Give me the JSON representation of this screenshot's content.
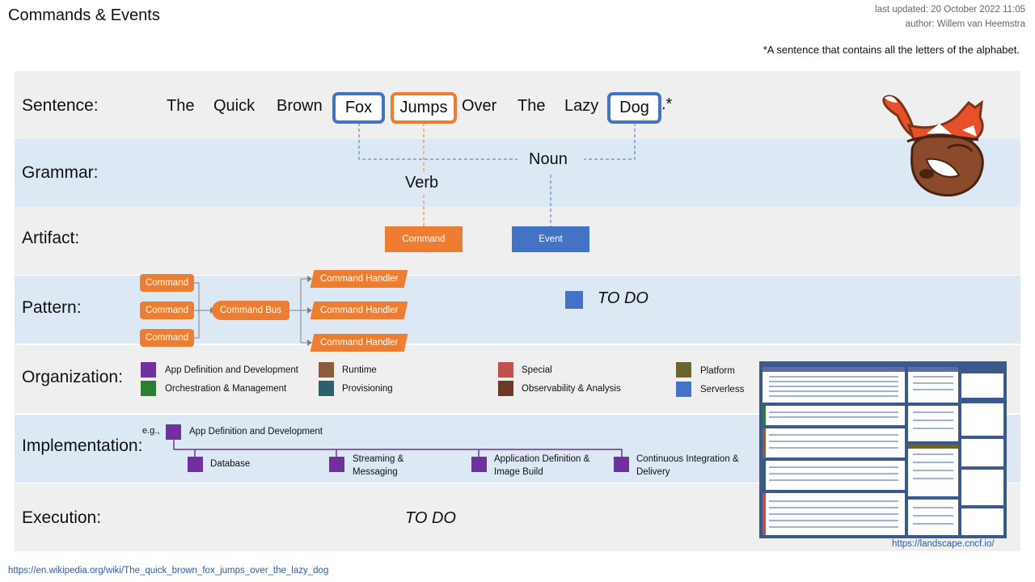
{
  "header": {
    "title": "Commands & Events",
    "last_updated": "last updated: 20 October 2022 11:05",
    "author": "author: Willem van Heemstra",
    "footnote": "*A sentence that contains all the letters of the alphabet."
  },
  "rows": {
    "sentence": "Sentence:",
    "grammar": "Grammar:",
    "artifact": "Artifact:",
    "pattern": "Pattern:",
    "organization": "Organization:",
    "implementation": "Implementation:",
    "execution": "Execution:"
  },
  "sentence": {
    "words": [
      "The",
      "Quick",
      "Brown",
      "Fox",
      "Jumps",
      "Over",
      "The",
      "Lazy",
      "Dog"
    ],
    "suffix": ".*"
  },
  "grammar": {
    "noun": "Noun",
    "verb": "Verb"
  },
  "artifact": {
    "command": "Command",
    "event": "Event"
  },
  "pattern": {
    "commands": [
      "Command",
      "Command",
      "Command"
    ],
    "bus": "Command Bus",
    "handlers": [
      "Command Handler",
      "Command Handler",
      "Command Handler"
    ],
    "todo": "TO DO"
  },
  "organization": {
    "legend": [
      {
        "label": "App Definition and Development",
        "color": "#7030a0"
      },
      {
        "label": "Orchestration & Management",
        "color": "#2e7d32"
      },
      {
        "label": "Runtime",
        "color": "#8c5a3c"
      },
      {
        "label": "Provisioning",
        "color": "#2f5f6f"
      },
      {
        "label": "Special",
        "color": "#c0504d"
      },
      {
        "label": "Observability & Analysis",
        "color": "#6b3a2a"
      },
      {
        "label": "Platform",
        "color": "#6b6430"
      },
      {
        "label": "Serverless",
        "color": "#4472c4"
      }
    ]
  },
  "implementation": {
    "eg": "e.g.,",
    "root": "App Definition and Development",
    "children": [
      "Database",
      "Streaming & Messaging",
      "Application Definition & Image Build",
      "Continuous Integration & Delivery"
    ]
  },
  "execution": {
    "todo": "TO DO"
  },
  "links": {
    "wikipedia": "https://en.wikipedia.org/wiki/The_quick_brown_fox_jumps_over_the_lazy_dog",
    "cncf": "https://landscape.cncf.io/"
  }
}
